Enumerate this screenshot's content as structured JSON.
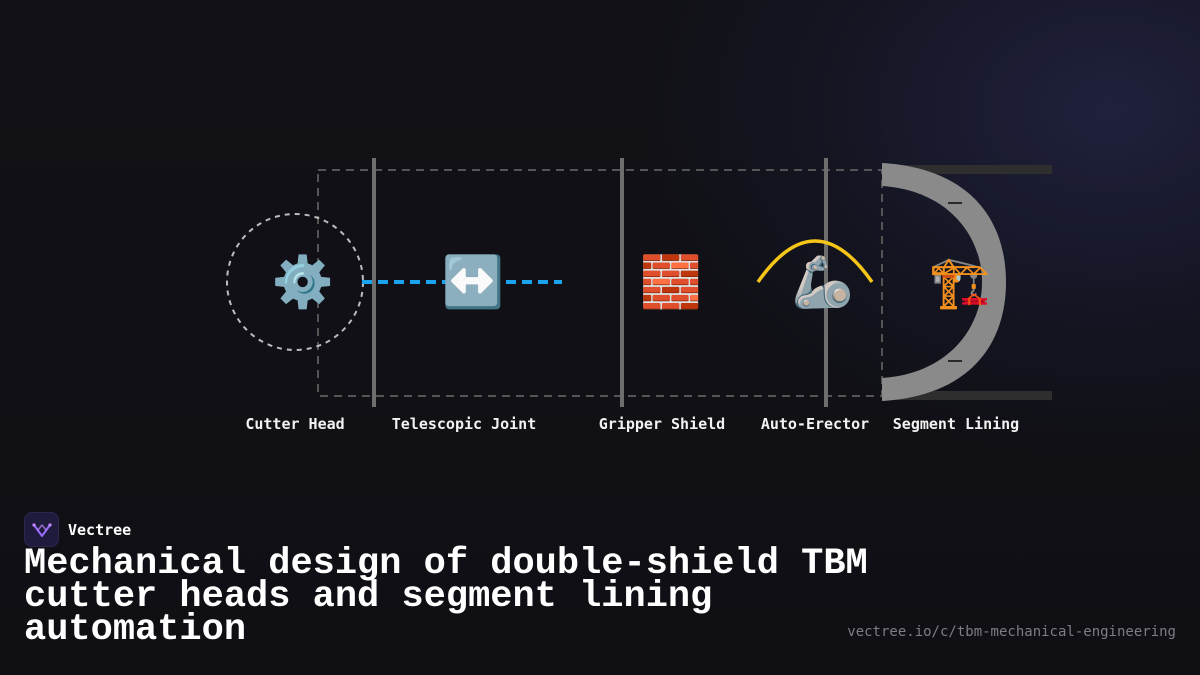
{
  "diagram": {
    "stages": [
      {
        "label": "Cutter Head",
        "icon": "gear-icon",
        "glyph": "⚙️"
      },
      {
        "label": "Telescopic Joint",
        "icon": "left-right-arrow-icon",
        "glyph": "↔️"
      },
      {
        "label": "Gripper Shield",
        "icon": "brick-icon",
        "glyph": "🧱"
      },
      {
        "label": "Auto-Erector",
        "icon": "mechanical-arm-icon",
        "glyph": "🦾"
      },
      {
        "label": "Segment Lining",
        "icon": "crane-icon",
        "glyph": "🏗️"
      }
    ],
    "colors": {
      "joint_line": "#1aa3ef",
      "erector_arc": "#f5c518",
      "lining": "#8a8a8a",
      "dashed": "#5a5a5a",
      "divider": "#6e6e6e"
    }
  },
  "brand": {
    "name": "Vectree",
    "logo_icon": "vectree-logo-icon"
  },
  "title": "Mechanical design of double-shield TBM cutter heads and segment lining automation",
  "url": "vectree.io/c/tbm-mechanical-engineering"
}
